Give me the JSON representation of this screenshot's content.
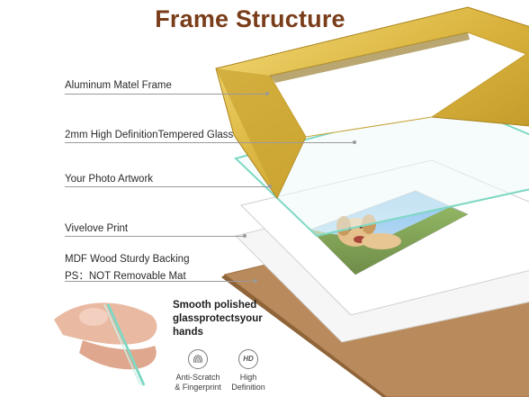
{
  "title": "Frame Structure",
  "layers": [
    {
      "label": "Aluminum Matel Frame"
    },
    {
      "label": "2mm High DefinitionTempered Glass"
    },
    {
      "label": "Your Photo Artwork"
    },
    {
      "label": "Vivelove Print"
    },
    {
      "label": "MDF Wood Sturdy Backing"
    },
    {
      "label": "PS：NOT Removable Mat"
    }
  ],
  "glass_note": {
    "line1": "Smooth polished",
    "line2": "glassprotectsyour",
    "line3": "hands"
  },
  "features": [
    {
      "line1": "Anti-Scratch",
      "line2": "& Fingerprint",
      "icon": "fingerprint-icon"
    },
    {
      "line1": "High",
      "line2": "Definition",
      "icon": "hd-icon",
      "badge": "HD"
    }
  ],
  "colors": {
    "title": "#7a3d1a",
    "frame_gold": "#d8b13a",
    "backing_brown": "#b98a5b",
    "glass_edge": "#7fd8c4"
  }
}
